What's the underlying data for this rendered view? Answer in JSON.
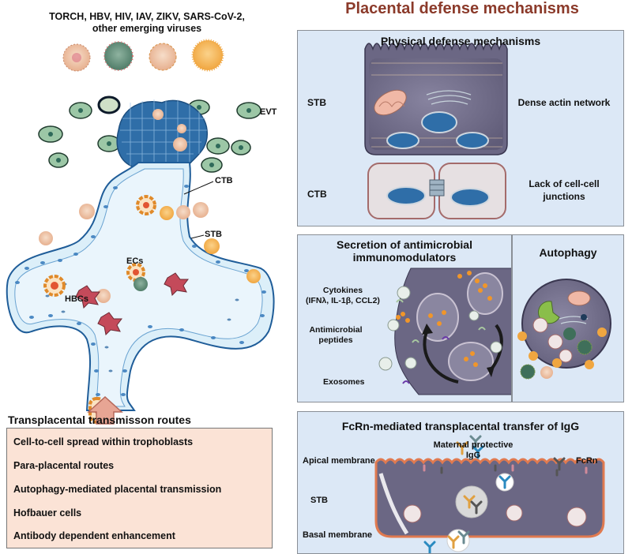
{
  "left": {
    "virus_title_line1": "TORCH, HBV, HIV, IAV, ZIKV,  SARS-CoV-2,",
    "virus_title_line2": "other emerging viruses",
    "labels": {
      "evt": "EVT",
      "ctb": "CTB",
      "stb": "STB",
      "ecs": "ECs",
      "hbcs": "HBCs"
    },
    "routes_title": "Transplacental transmisson routes",
    "routes": [
      "Cell-to-cell spread within trophoblasts",
      "Para-placental routes",
      "Autophagy-mediated placental transmission",
      "Hofbauer cells",
      "Antibody dependent enhancement"
    ]
  },
  "right": {
    "main_title": "Placental defense mechanisms",
    "physical": {
      "title": "Physical defense mechanisms",
      "stb_label": "STB",
      "stb_desc": "Dense actin network",
      "ctb_label": "CTB",
      "ctb_desc_line1": "Lack of cell-cell",
      "ctb_desc_line2": "junctions"
    },
    "secretion": {
      "title_line1": "Secretion of antimicrobial",
      "title_line2": "immunomodulators",
      "cytokines_line1": "Cytokines",
      "cytokines_line2": "(IFNλ, IL-1β, CCL2)",
      "peptides_line1": "Antimicrobial",
      "peptides_line2": "peptides",
      "exosomes": "Exosomes"
    },
    "autophagy": {
      "title": "Autophagy"
    },
    "fcrn": {
      "title": "FcRn-mediated transplacental transfer of IgG",
      "maternal_line1": "Maternal protective",
      "maternal_line2": "IgG",
      "apical": "Apical membrane",
      "fcrn_label": "FcRn",
      "stb": "STB",
      "basal": "Basal membrane"
    }
  },
  "colors": {
    "title_brown": "#8b3a2a",
    "panel_bg": "#dce8f6",
    "routes_bg": "#fbe3d6",
    "trophoblast_blue": "#2f6ea8",
    "stroma": "#dceff9",
    "cell_purple": "#6b6784",
    "virus_orange": "#f0a640"
  }
}
